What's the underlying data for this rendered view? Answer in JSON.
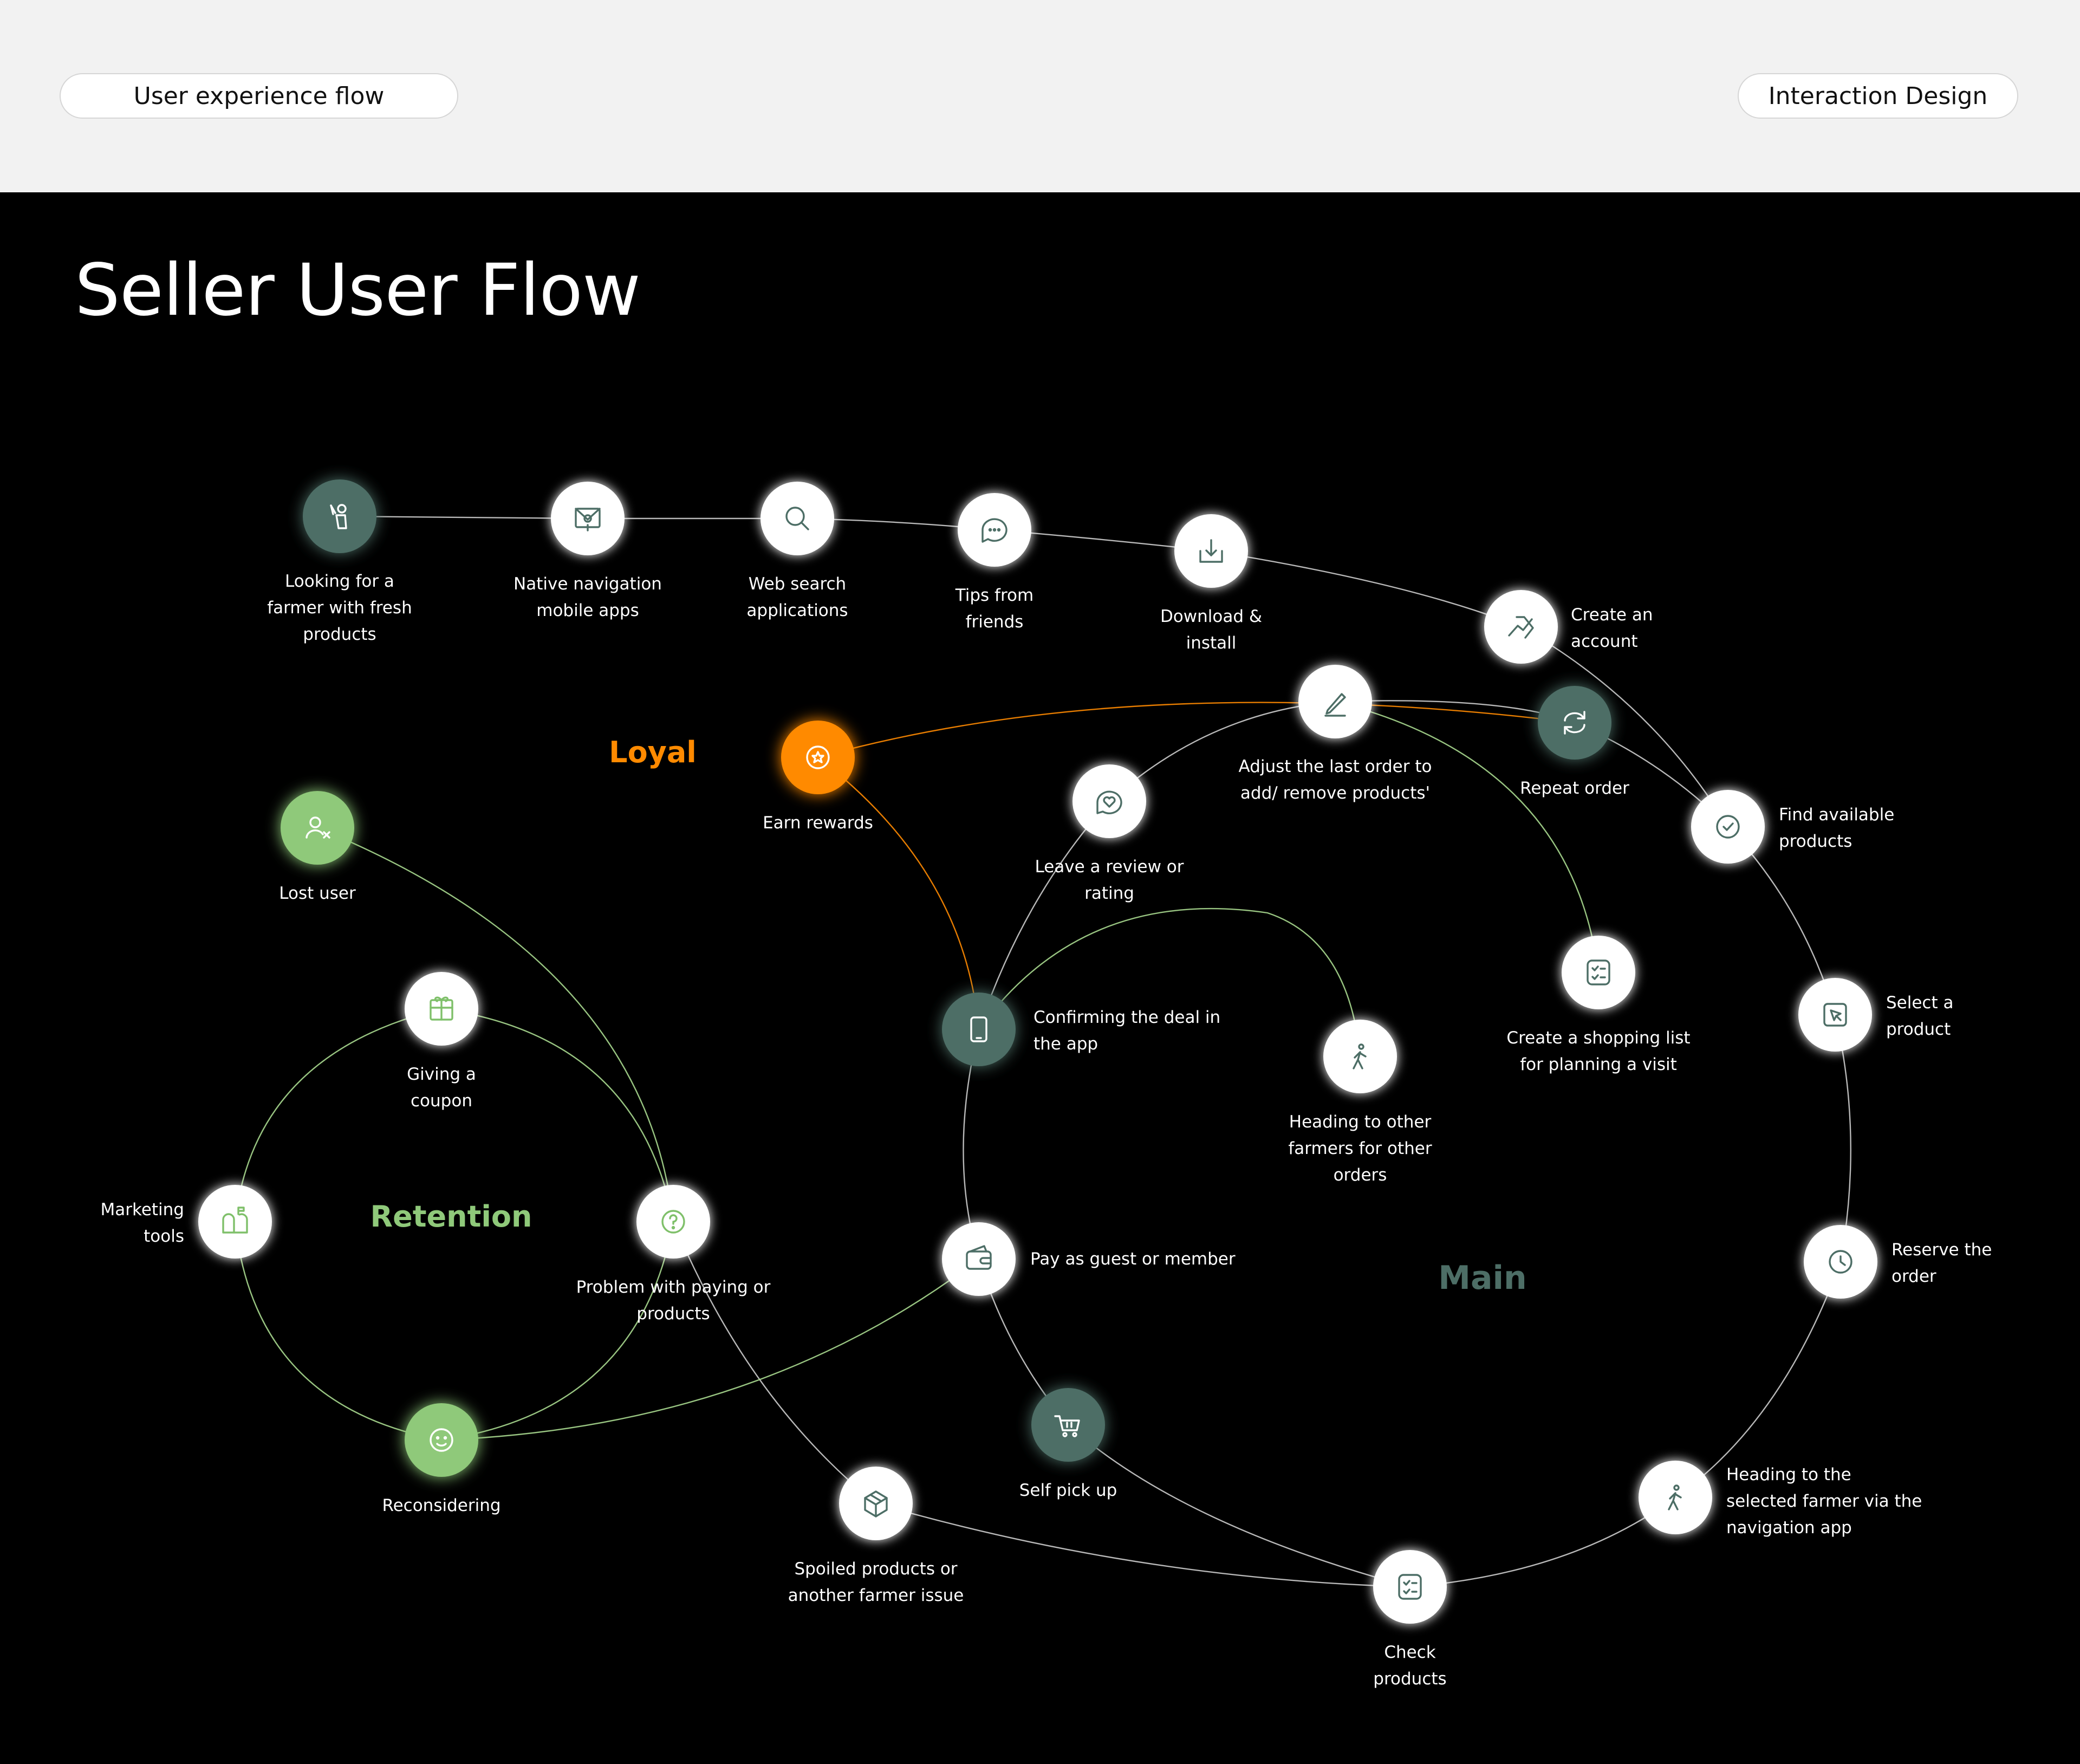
{
  "header": {
    "left_pill": "User experience flow",
    "right_pill": "Interaction Design"
  },
  "page_title": "Seller User Flow",
  "colors": {
    "background": "#000000",
    "header_bg": "#f2f2f2",
    "node_white": "#ffffff",
    "node_teal": "#4d6e66",
    "node_green": "#8fc97a",
    "node_orange": "#ff8a00",
    "line_white": "#d8d8d8",
    "line_green": "#a8d98f",
    "line_orange": "#ff8a00",
    "icon_teal": "#4d6e66",
    "icon_green": "#7fc06a"
  },
  "clusters": [
    {
      "id": "loyal",
      "label": "Loyal",
      "color": "#ff8a00"
    },
    {
      "id": "retention",
      "label": "Retention",
      "color": "#8fc97a"
    },
    {
      "id": "main",
      "label": "Main",
      "color": "#4d6e66"
    }
  ],
  "nodes": [
    {
      "id": "looking",
      "icon": "person-hand-icon",
      "style": "teal",
      "label": [
        "Looking for a",
        "farmer with fresh",
        "products"
      ]
    },
    {
      "id": "native-nav",
      "icon": "map-pin-icon",
      "style": "white",
      "label": [
        "Native navigation",
        "mobile apps"
      ]
    },
    {
      "id": "web-search",
      "icon": "search-icon",
      "style": "white",
      "label": [
        "Web search",
        "applications"
      ]
    },
    {
      "id": "tips",
      "icon": "chat-bubble-icon",
      "style": "white",
      "label": [
        "Tips from",
        "friends"
      ]
    },
    {
      "id": "download",
      "icon": "download-icon",
      "style": "white",
      "label": [
        "Download &",
        "install"
      ]
    },
    {
      "id": "create-account",
      "icon": "handshake-icon",
      "style": "white",
      "label": [
        "Create an",
        "account"
      ]
    },
    {
      "id": "repeat-order",
      "icon": "repeat-icon",
      "style": "teal",
      "label": [
        "Repeat order"
      ]
    },
    {
      "id": "adjust-order",
      "icon": "pencil-icon",
      "style": "white",
      "label": [
        "Adjust the last order to",
        "add/ remove products'"
      ]
    },
    {
      "id": "earn-rewards",
      "icon": "star-badge-icon",
      "style": "orange",
      "label": [
        "Earn rewards"
      ]
    },
    {
      "id": "leave-review",
      "icon": "heart-chat-icon",
      "style": "white",
      "label": [
        "Leave a review or",
        "rating"
      ]
    },
    {
      "id": "find-products",
      "icon": "check-circle-icon",
      "style": "white",
      "label": [
        "Find available",
        "products"
      ]
    },
    {
      "id": "lost-user",
      "icon": "user-remove-icon",
      "style": "green",
      "label": [
        "Lost user"
      ]
    },
    {
      "id": "shopping-list",
      "icon": "checklist-icon",
      "style": "white",
      "label": [
        "Create a shopping list",
        "for planning a visit"
      ]
    },
    {
      "id": "select-product",
      "icon": "cursor-select-icon",
      "style": "white",
      "label": [
        "Select a",
        "product"
      ]
    },
    {
      "id": "giving-coupon",
      "icon": "gift-icon",
      "style": "white",
      "label": [
        "Giving a",
        "coupon"
      ]
    },
    {
      "id": "confirm-deal",
      "icon": "tablet-icon",
      "style": "teal",
      "label": [
        "Confirming the deal in",
        "the app"
      ]
    },
    {
      "id": "heading-other",
      "icon": "walking-icon",
      "style": "white",
      "label": [
        "Heading to other",
        "farmers for other",
        "orders"
      ]
    },
    {
      "id": "marketing",
      "icon": "mailbox-icon",
      "style": "white",
      "label": [
        "Marketing",
        "tools"
      ]
    },
    {
      "id": "problem",
      "icon": "question-icon",
      "style": "white",
      "label": [
        "Problem with paying or",
        "products"
      ]
    },
    {
      "id": "pay",
      "icon": "wallet-icon",
      "style": "white",
      "label": [
        "Pay as guest or member"
      ]
    },
    {
      "id": "reserve",
      "icon": "clock-icon",
      "style": "white",
      "label": [
        "Reserve the",
        "order"
      ]
    },
    {
      "id": "reconsidering",
      "icon": "smile-icon",
      "style": "green",
      "label": [
        "Reconsidering"
      ]
    },
    {
      "id": "self-pickup",
      "icon": "cart-icon",
      "style": "teal",
      "label": [
        "Self pick up"
      ]
    },
    {
      "id": "spoiled",
      "icon": "box-icon",
      "style": "white",
      "label": [
        "Spoiled products or",
        "another farmer issue"
      ]
    },
    {
      "id": "heading-selected",
      "icon": "walking-icon",
      "style": "white",
      "label": [
        "Heading to the",
        "selected farmer via the",
        "navigation app"
      ]
    },
    {
      "id": "check-products",
      "icon": "checklist-icon",
      "style": "white",
      "label": [
        "Check",
        "products"
      ]
    }
  ]
}
